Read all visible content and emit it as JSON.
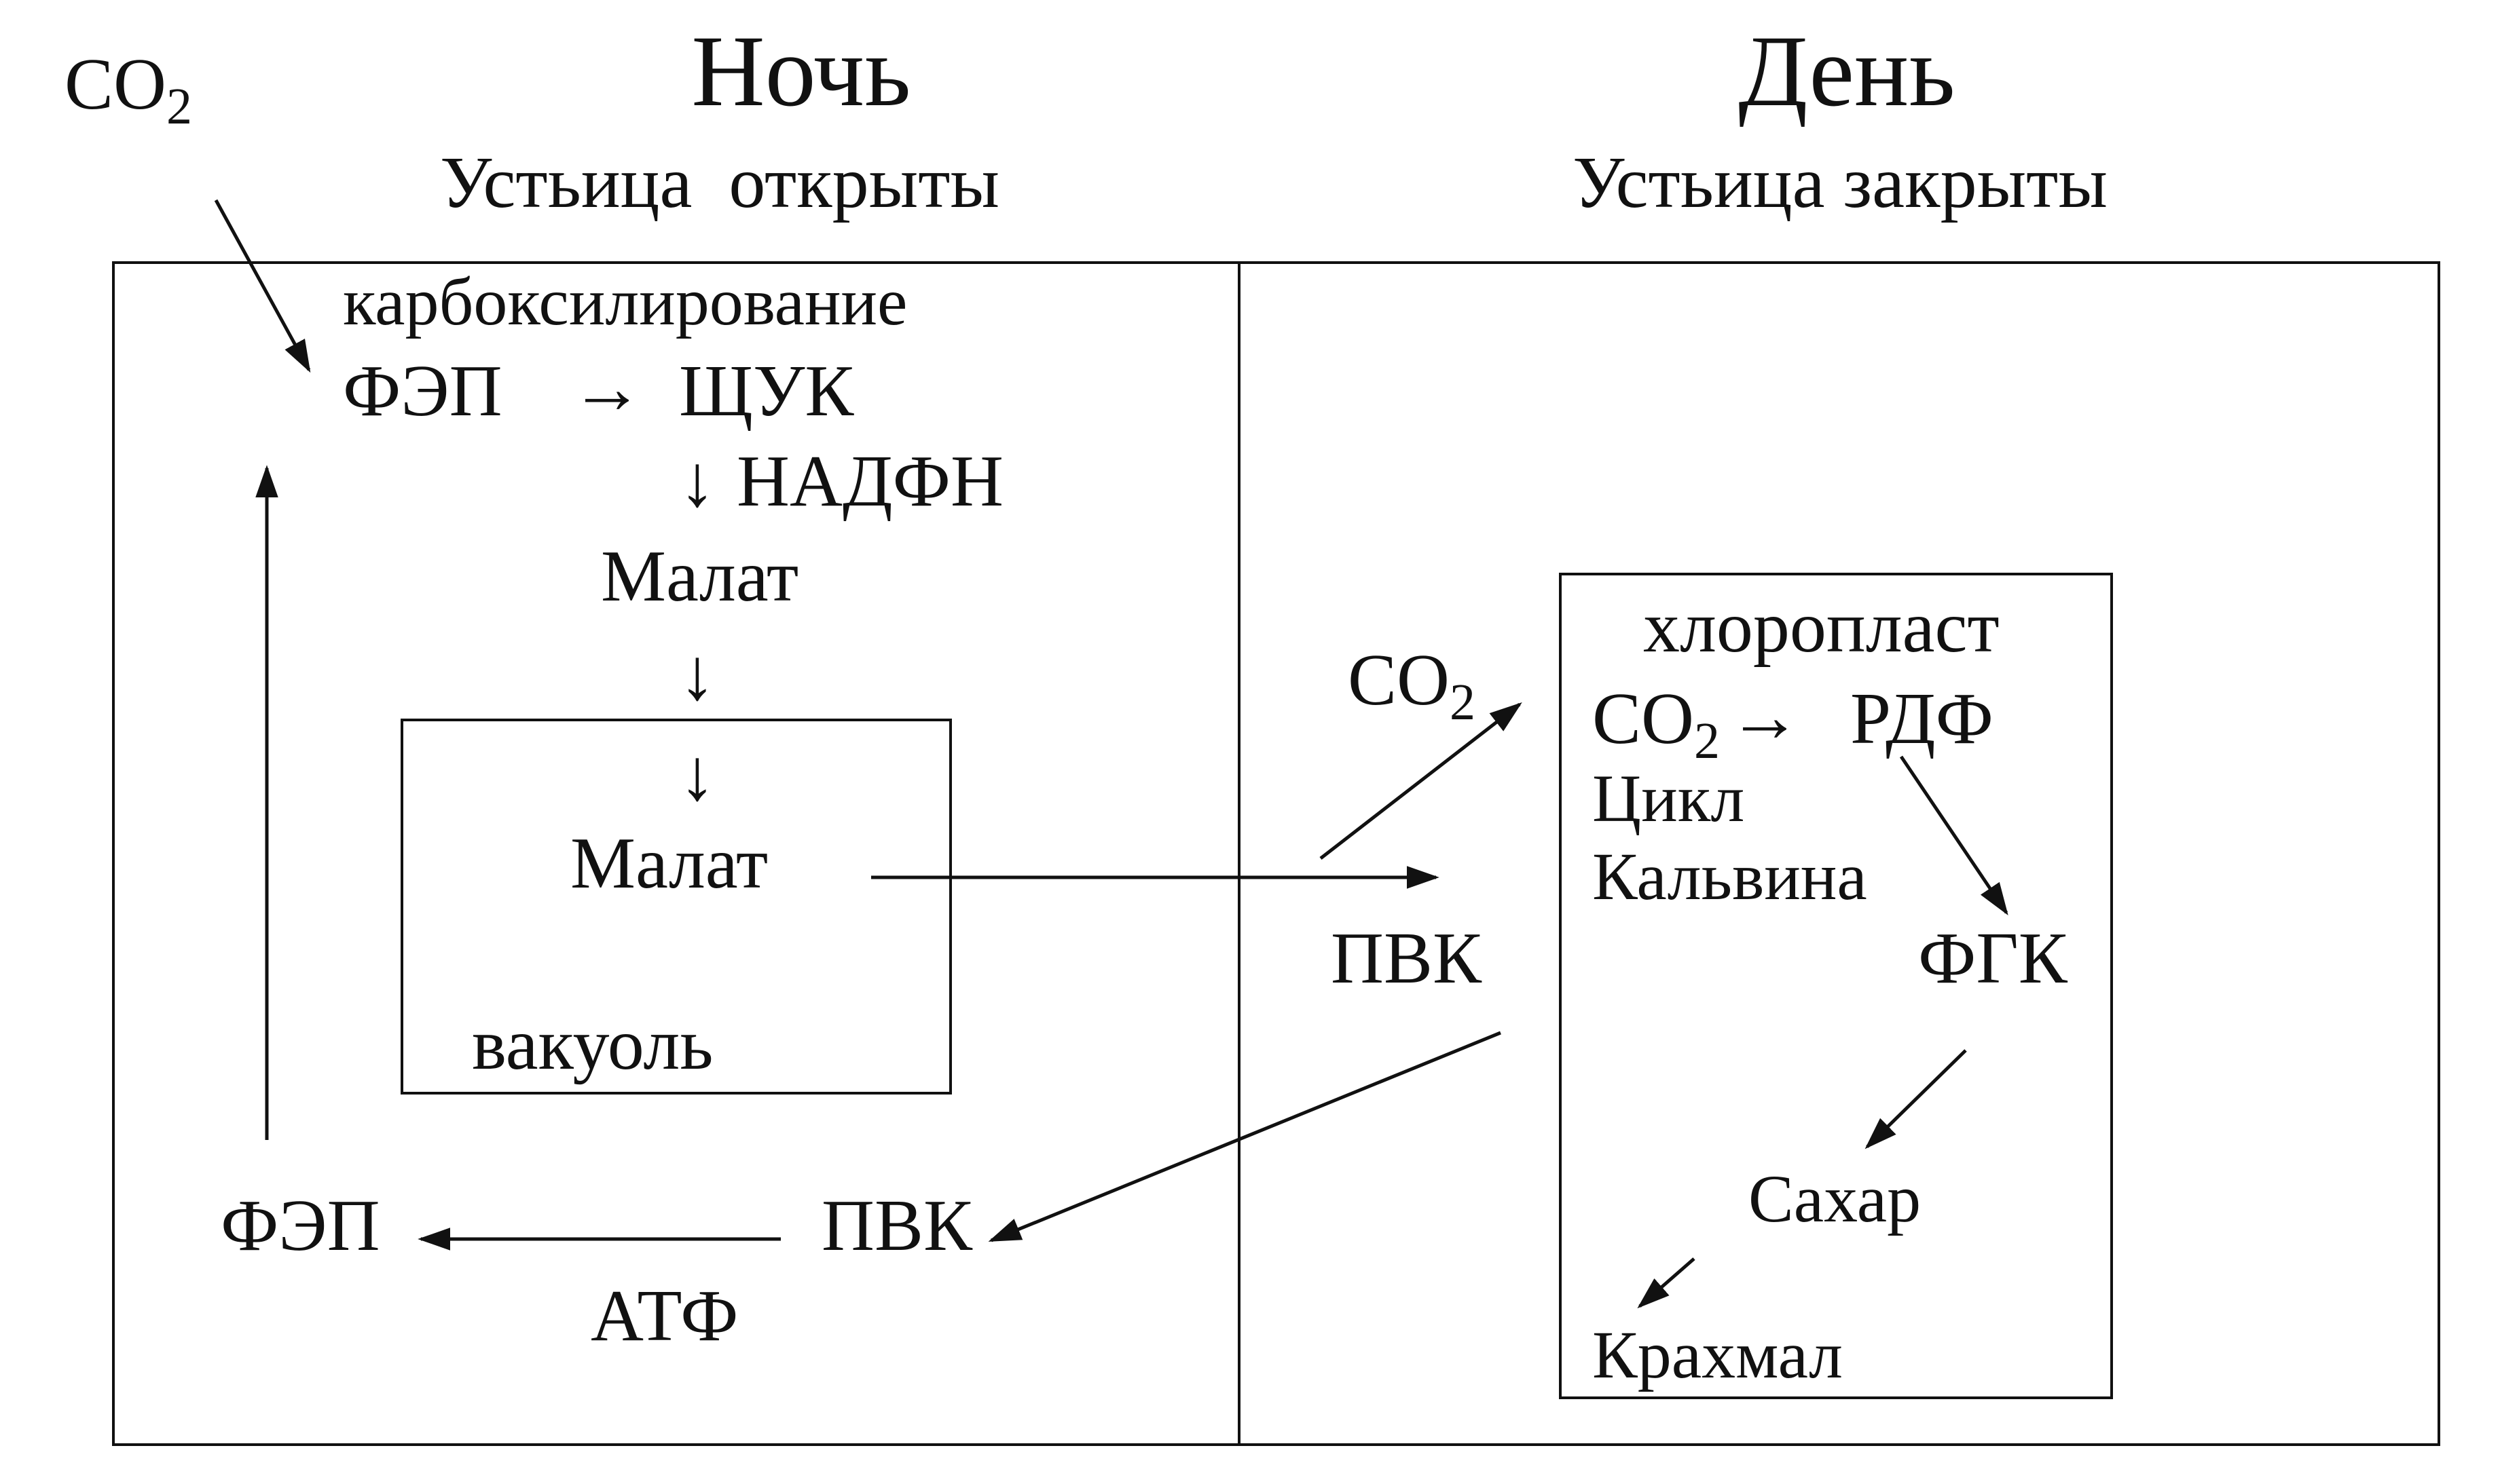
{
  "headers": {
    "night": "Ночь",
    "night_sub": "Устьица  открыты",
    "day": "День",
    "day_sub": "Устьица закрыты"
  },
  "night": {
    "co2_main": "CO",
    "co2_sub": "2",
    "carboxylation": "карбоксилирование",
    "fep_top": "ФЭП",
    "arrow_right": "→",
    "shchuk": "ЩУК",
    "arrow_down": "↓",
    "nadfn": "НАДФН",
    "malat": "Малат",
    "malat_arrow1": "↓",
    "malat_arrow2": "↓",
    "vacuole_malat": "Малат",
    "vacuole": "вакуоль",
    "fep_bottom": "ФЭП",
    "pvk_bottom": "ПВК",
    "atf": "АТФ"
  },
  "day": {
    "co2_main": "CO",
    "co2_sub": "2",
    "pvk": "ПВК",
    "chloroplast": "хлоропласт",
    "chloro_co2_main": "CO",
    "chloro_co2_sub": "2",
    "chloro_arrow": "→",
    "rdf": "РДФ",
    "cycle1": "Цикл",
    "cycle2": "Кальвина",
    "fgk": "ФГК",
    "sugar": "Сахар",
    "starch": "Крахмал"
  }
}
